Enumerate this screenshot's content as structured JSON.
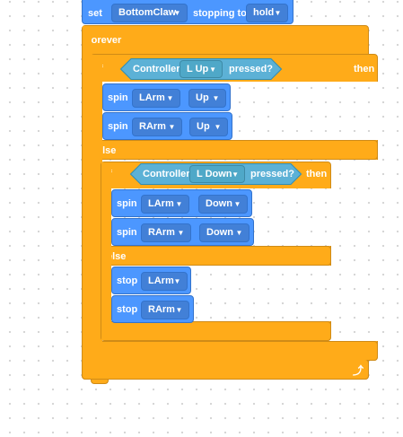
{
  "set_block": {
    "keyword": "set",
    "motor": "BottomClaw",
    "middle": "stopping to",
    "mode": "hold"
  },
  "forever_block": {
    "keyword": "forever",
    "loop_icon": "loop-arrow-icon"
  },
  "outer_if": {
    "if_label": "if",
    "condition_source": "Controller",
    "condition_button": "L Up",
    "condition_suffix": "pressed?",
    "then_label": "then",
    "else_label": "else"
  },
  "spin_up_1": {
    "keyword": "spin",
    "motor": "LArm",
    "direction": "Up"
  },
  "spin_up_2": {
    "keyword": "spin",
    "motor": "RArm",
    "direction": "Up"
  },
  "inner_if": {
    "if_label": "if",
    "condition_source": "Controller",
    "condition_button": "L Down",
    "condition_suffix": "pressed?",
    "then_label": "then",
    "else_label": "else"
  },
  "spin_down_1": {
    "keyword": "spin",
    "motor": "LArm",
    "direction": "Down"
  },
  "spin_down_2": {
    "keyword": "spin",
    "motor": "RArm",
    "direction": "Down"
  },
  "stop_1": {
    "keyword": "stop",
    "motor": "LArm"
  },
  "stop_2": {
    "keyword": "stop",
    "motor": "RArm"
  },
  "colors": {
    "control": "#ffab19",
    "motion": "#4c97ff",
    "sensing": "#5cb1d6",
    "canvas": "#ffffff"
  }
}
